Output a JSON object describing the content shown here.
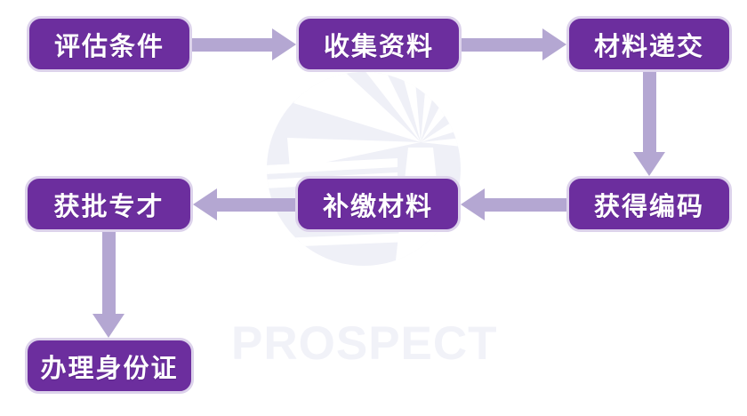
{
  "colors": {
    "box_fill": "#6C2E9E",
    "box_border": "#DCD2EB",
    "box_text": "#FFFFFF",
    "arrow": "#B4A7D2",
    "watermark_fill": "#EFF0F7",
    "watermark_text": "#F1F2F8",
    "page_bg": "#FFFFFF"
  },
  "watermark": {
    "text": "PROSPECT",
    "logo": "lighthouse-beams-circle"
  },
  "flowchart": {
    "nodes": [
      {
        "id": "step-1",
        "label": "评估条件"
      },
      {
        "id": "step-2",
        "label": "收集资料"
      },
      {
        "id": "step-3",
        "label": "材料递交"
      },
      {
        "id": "step-4",
        "label": "获得编码"
      },
      {
        "id": "step-5",
        "label": "补缴材料"
      },
      {
        "id": "step-6",
        "label": "获批专才"
      },
      {
        "id": "step-7",
        "label": "办理身份证"
      }
    ],
    "edges": [
      {
        "from": "评估条件",
        "to": "收集资料",
        "direction": "right"
      },
      {
        "from": "收集资料",
        "to": "材料递交",
        "direction": "right"
      },
      {
        "from": "材料递交",
        "to": "获得编码",
        "direction": "down"
      },
      {
        "from": "获得编码",
        "to": "补缴材料",
        "direction": "left"
      },
      {
        "from": "补缴材料",
        "to": "获批专才",
        "direction": "left"
      },
      {
        "from": "获批专才",
        "to": "办理身份证",
        "direction": "down"
      }
    ]
  }
}
